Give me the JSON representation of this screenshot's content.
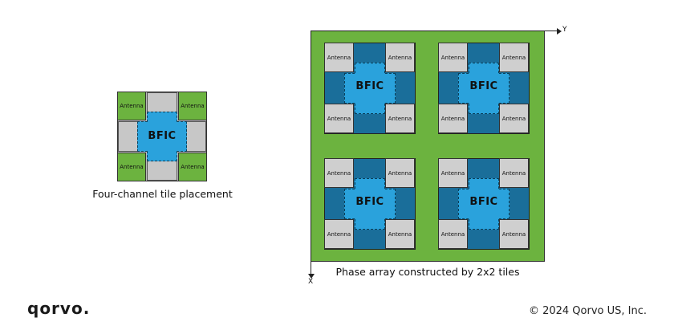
{
  "small_tile": {
    "antenna_label": "Antenna",
    "bfic_label": "BFIC",
    "caption": "Four-channel tile placement"
  },
  "array": {
    "antenna_label": "Antenna",
    "bfic_label": "BFIC",
    "caption": "Phase array constructed by 2x2 tiles",
    "axis_y": "Y",
    "axis_x": "X"
  },
  "footer": {
    "logo": "qorvo.",
    "copyright": "© 2024 Qorvo US, Inc."
  },
  "colors": {
    "pcb_green": "#6cb33f",
    "bfic_blue": "#2aa2dc",
    "tile_dark_blue": "#1a6e9a",
    "antenna_gray": "#cfcfcf"
  }
}
